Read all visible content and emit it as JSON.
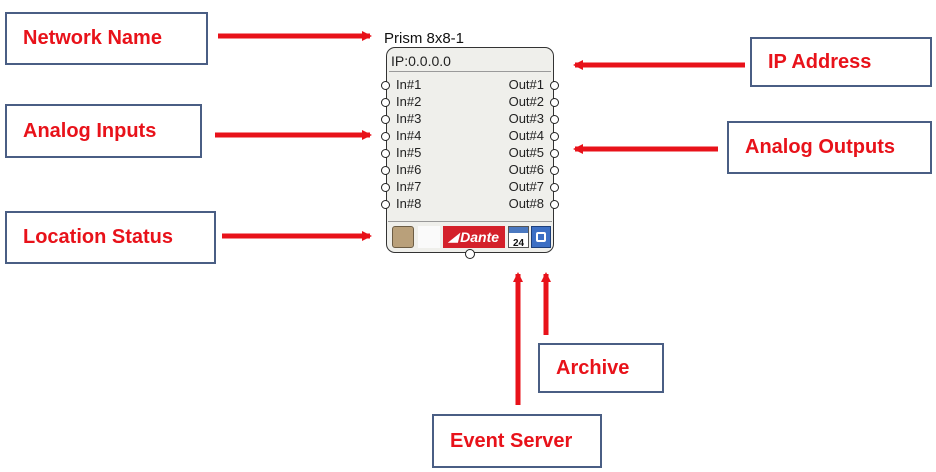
{
  "callouts": {
    "network_name": "Network Name",
    "ip_address": "IP Address",
    "analog_inputs": "Analog Inputs",
    "analog_outputs": "Analog Outputs",
    "location_status": "Location Status",
    "archive": "Archive",
    "event_server": "Event Server"
  },
  "device": {
    "name": "Prism 8x8-1",
    "ip": "IP:0.0.0.0",
    "inputs": [
      "In#1",
      "In#2",
      "In#3",
      "In#4",
      "In#5",
      "In#6",
      "In#7",
      "In#8"
    ],
    "outputs": [
      "Out#1",
      "Out#2",
      "Out#3",
      "Out#4",
      "Out#5",
      "Out#6",
      "Out#7",
      "Out#8"
    ],
    "dante_label": "Dante",
    "event_day": "24"
  },
  "colors": {
    "arrow": "#e8121a",
    "callout_text": "#e8121a",
    "callout_border": "#4a5e84",
    "dante": "#d4202a",
    "archive": "#3c6fc4"
  },
  "icons": {
    "location_status": "location-status-icon",
    "dante": "dante-logo-icon",
    "event_server": "calendar-icon",
    "archive": "archive-icon"
  }
}
